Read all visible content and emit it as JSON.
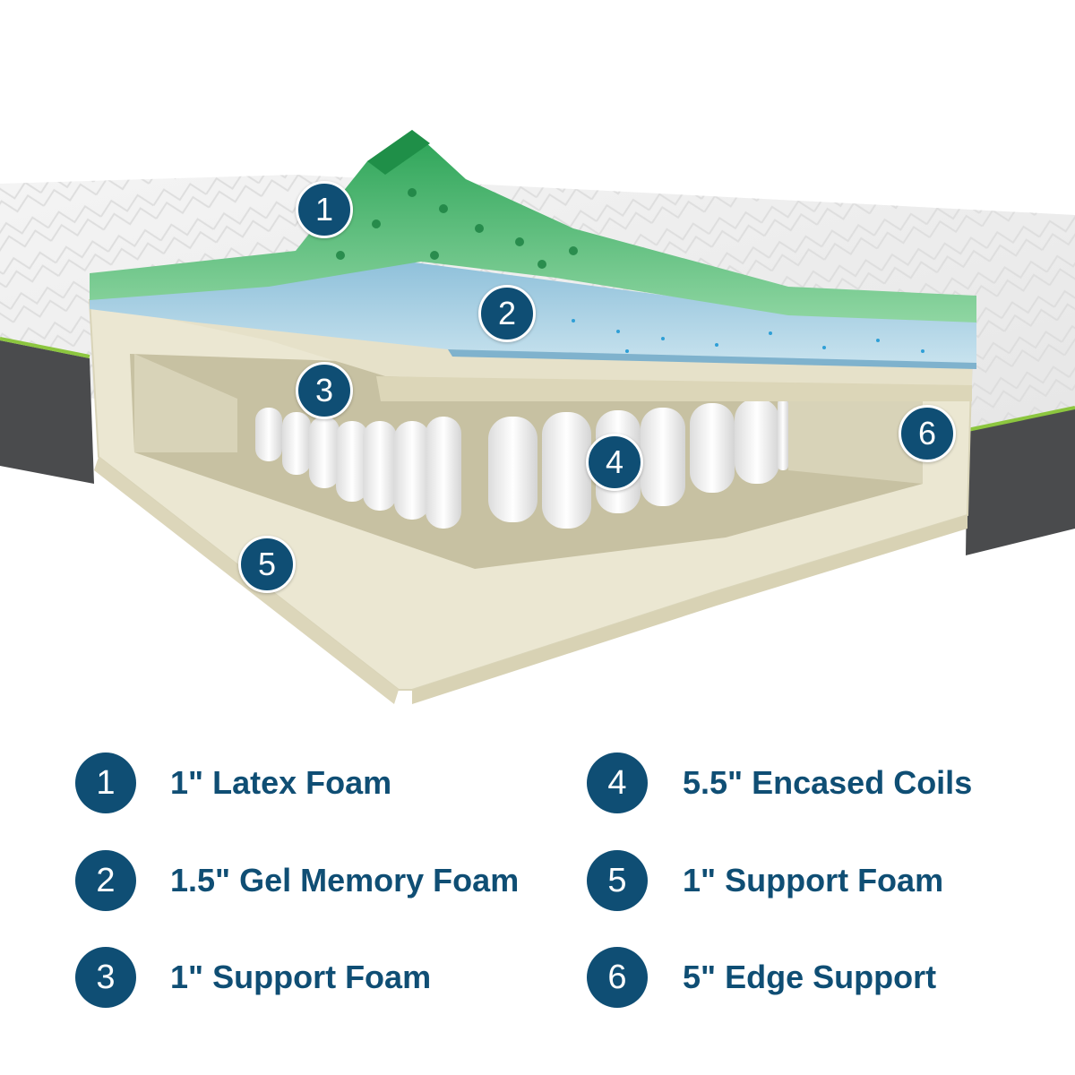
{
  "callouts": [
    {
      "number": "1"
    },
    {
      "number": "2"
    },
    {
      "number": "3"
    },
    {
      "number": "4"
    },
    {
      "number": "5"
    },
    {
      "number": "6"
    }
  ],
  "legend": [
    {
      "number": "1",
      "label": "1\" Latex Foam"
    },
    {
      "number": "2",
      "label": "1.5\" Gel Memory Foam"
    },
    {
      "number": "3",
      "label": "1\" Support Foam"
    },
    {
      "number": "4",
      "label": "5.5\" Encased Coils"
    },
    {
      "number": "5",
      "label": "1\" Support Foam"
    },
    {
      "number": "6",
      "label": "5\" Edge Support"
    }
  ],
  "colors": {
    "badge": "#0f4e74",
    "latex_layer": "#3fb56a",
    "gel_layer": "#a8cde0",
    "support_foam": "#e9e5cf",
    "cover_band": "#4a4b4d",
    "accent_green": "#8cc63f"
  },
  "icons": [
    "mattress-cutaway-illustration"
  ]
}
